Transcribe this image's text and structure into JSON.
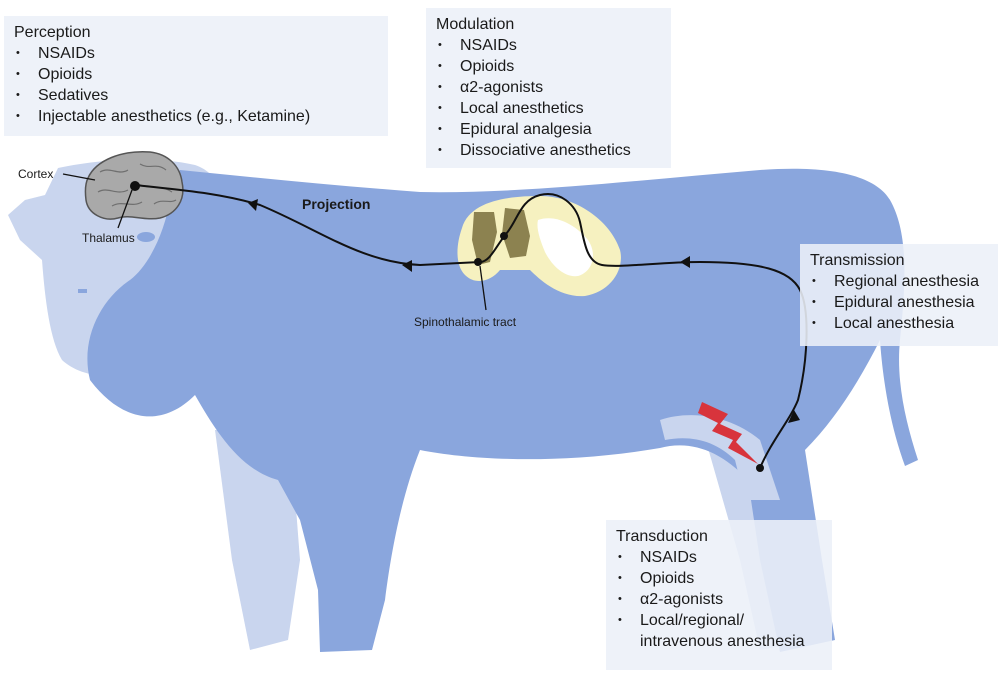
{
  "colors": {
    "body": "#8aa6dd",
    "pale": "#c9d5ee",
    "spinal_cord": "#f6f1c0",
    "gray_matter": "#8c8250",
    "brain": "#a9a9a9",
    "pain": "#d8343c",
    "pathway": "#111111"
  },
  "labels": {
    "cortex": "Cortex",
    "thalamus": "Thalamus",
    "projection": "Projection",
    "spinothalamic": "Spinothalamic tract"
  },
  "perception": {
    "title": "Perception",
    "items": [
      "NSAIDs",
      "Opioids",
      "Sedatives",
      "Injectable anesthetics (e.g., Ketamine)"
    ]
  },
  "modulation": {
    "title": "Modulation",
    "items": [
      "NSAIDs",
      "Opioids",
      "α2-agonists",
      "Local anesthetics",
      "Epidural analgesia",
      "Dissociative anesthetics"
    ]
  },
  "transmission": {
    "title": "Transmission",
    "items": [
      "Regional anesthesia",
      "Epidural anesthesia",
      "Local anesthesia"
    ]
  },
  "transduction": {
    "title": "Transduction",
    "items": [
      "NSAIDs",
      "Opioids",
      "α2-agonists",
      "Local/regional/\nintravenous anesthesia"
    ]
  }
}
